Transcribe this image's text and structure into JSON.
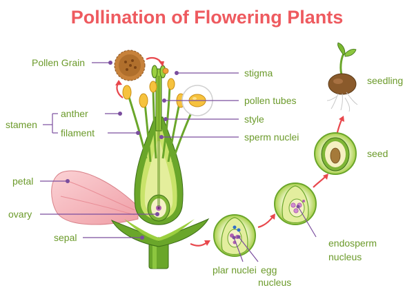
{
  "title": "Pollination of Flowering Plants",
  "labels": {
    "pollen_grain": "Pollen Grain",
    "stigma": "stigma",
    "pollen_tubes": "pollen tubes",
    "style": "style",
    "sperm_nuclei": "sperm nuclei",
    "stamen": "stamen",
    "anther": "anther",
    "filament": "filament",
    "petal": "petal",
    "ovary": "ovary",
    "sepal": "sepal",
    "seedling": "seedling",
    "seed": "seed",
    "endosperm_line1": "endosperm",
    "endosperm_line2": "nucleus",
    "polar_nuclei": "plar nuclei",
    "egg_line1": "egg",
    "egg_line2": "nucleus"
  },
  "colors": {
    "title": "#ee5a5f",
    "label_text": "#6b9a2a",
    "leader_line": "#7a4d9e",
    "arrow": "#e8474c"
  }
}
